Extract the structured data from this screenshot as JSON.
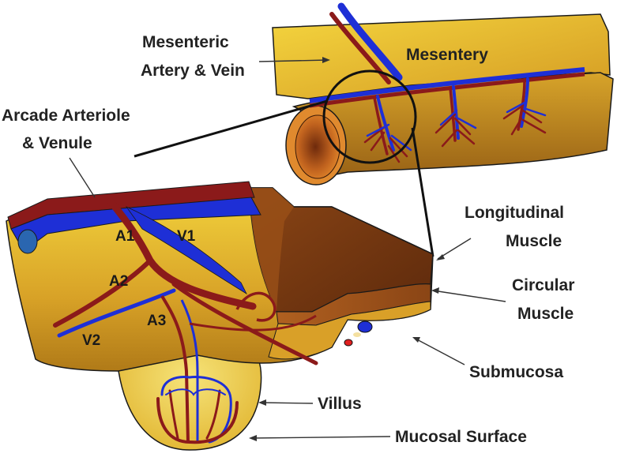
{
  "labels": {
    "mesenteric": [
      "Mesenteric",
      "Artery & Vein"
    ],
    "mesentery": "Mesentery",
    "arcade": [
      "Arcade Arteriole",
      "& Venule"
    ],
    "longitudinal": [
      "Longitudinal",
      "Muscle"
    ],
    "circular": [
      "Circular",
      "Muscle"
    ],
    "submucosa": "Submucosa",
    "villus": "Villus",
    "mucosal": "Mucosal Surface",
    "a1": "A1",
    "v1": "V1",
    "a2": "A2",
    "a3": "A3",
    "v2": "V2"
  },
  "colors": {
    "artery": "#8b1a1a",
    "vein": "#1e2fd6",
    "tissue": "#d19a22",
    "tissue_light": "#f1d23e",
    "muscle": "#7a3a10",
    "outline": "#1a1a1a"
  }
}
